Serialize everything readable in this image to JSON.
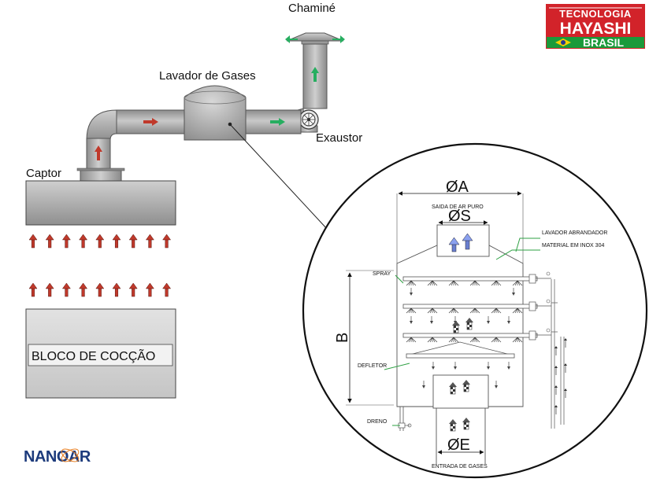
{
  "labels": {
    "chimney": "Chaminé",
    "scrubber": "Lavador de Gases",
    "exhaust_fan": "Exaustor",
    "hood": "Captor",
    "cooking_block": "BLOCO DE COCÇÃO"
  },
  "detail": {
    "dim_a": "ØA",
    "dim_s": "ØS",
    "dim_e": "ØE",
    "dim_b": "B",
    "clean_air_outlet": "SAIDA DE AR PURO",
    "softening_washer": "LAVADOR ABRANDADOR",
    "material": "MATERIAL EM INOX 304",
    "spray": "SPRAY",
    "deflector": "DEFLETOR",
    "drain": "DRENO",
    "gas_inlet": "ENTRADA DE GASES"
  },
  "logo_hayashi": {
    "line1": "TECNOLOGIA",
    "line2": "HAYASHI",
    "line3": "BRASIL",
    "colors": {
      "red": "#d2232a",
      "green": "#1a9a3a",
      "yellow": "#f6d000",
      "blue": "#243a8f"
    }
  },
  "logo_nanoar": {
    "text": "NANOAR",
    "color": "#1d3b7c",
    "accent": "#e67e22"
  },
  "colors": {
    "flow_arrow_red": "#c0392b",
    "flow_arrow_green": "#27ae60",
    "leader_line_green": "#2ea043",
    "metal_gray": "#a9a9a9"
  }
}
